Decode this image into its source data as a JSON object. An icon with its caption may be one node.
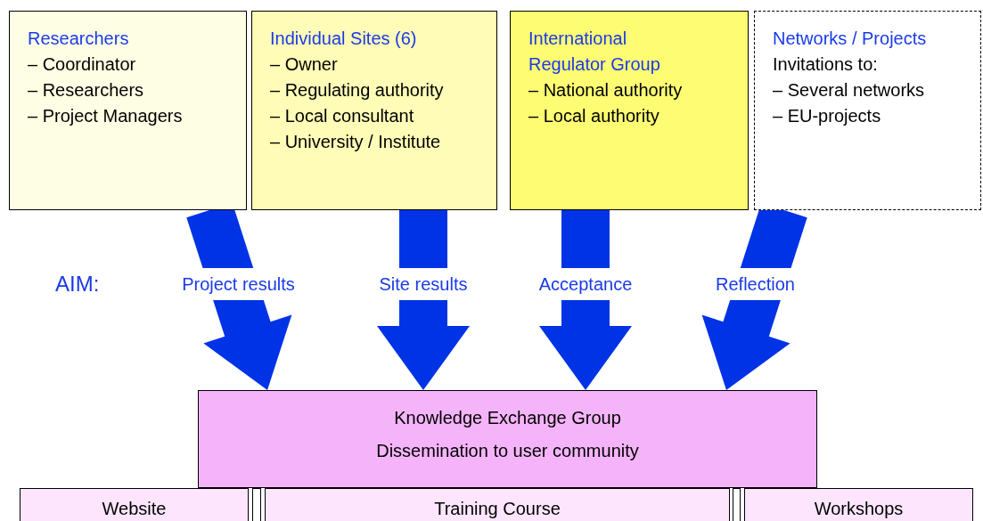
{
  "diagram": {
    "nodes": [
      {
        "text": [
          "Researchers",
          "– Coordinator",
          "– Researchers",
          "– Project Managers"
        ]
      },
      {
        "text": [
          "Individual Sites (6)",
          "– Owner",
          "– Regulating authority",
          "– Local consultant",
          "– University / Institute"
        ]
      },
      {
        "text": [
          "International Regulator Group",
          "– National authority",
          "– Local authority"
        ]
      },
      {
        "text": [
          "Networks / Projects",
          "Invitations to:",
          "– Several networks",
          "– EU-projects"
        ]
      },
      {
        "text": [
          "Knowledge Exchange Group",
          "Dissemination to user community"
        ]
      },
      {
        "text": [
          "Website"
        ]
      },
      {
        "text": [],
        "shape": "box"
      },
      {
        "text": [
          "Training Course"
        ]
      },
      {
        "text": [],
        "shape": "box"
      },
      {
        "text": [
          "Workshops"
        ]
      }
    ],
    "edges": [
      {
        "from": 0,
        "to": 4,
        "arrow": "to",
        "label": "Project results",
        "style": "thick"
      },
      {
        "from": 1,
        "to": 4,
        "arrow": "to",
        "label": "Site results",
        "style": "thick"
      },
      {
        "from": 2,
        "to": 4,
        "arrow": "to",
        "label": "Acceptance",
        "style": "thick"
      },
      {
        "from": 3,
        "to": 4,
        "arrow": "to",
        "label": "Reflection",
        "style": "thick"
      }
    ],
    "labels": [
      "AIM:"
    ]
  }
}
